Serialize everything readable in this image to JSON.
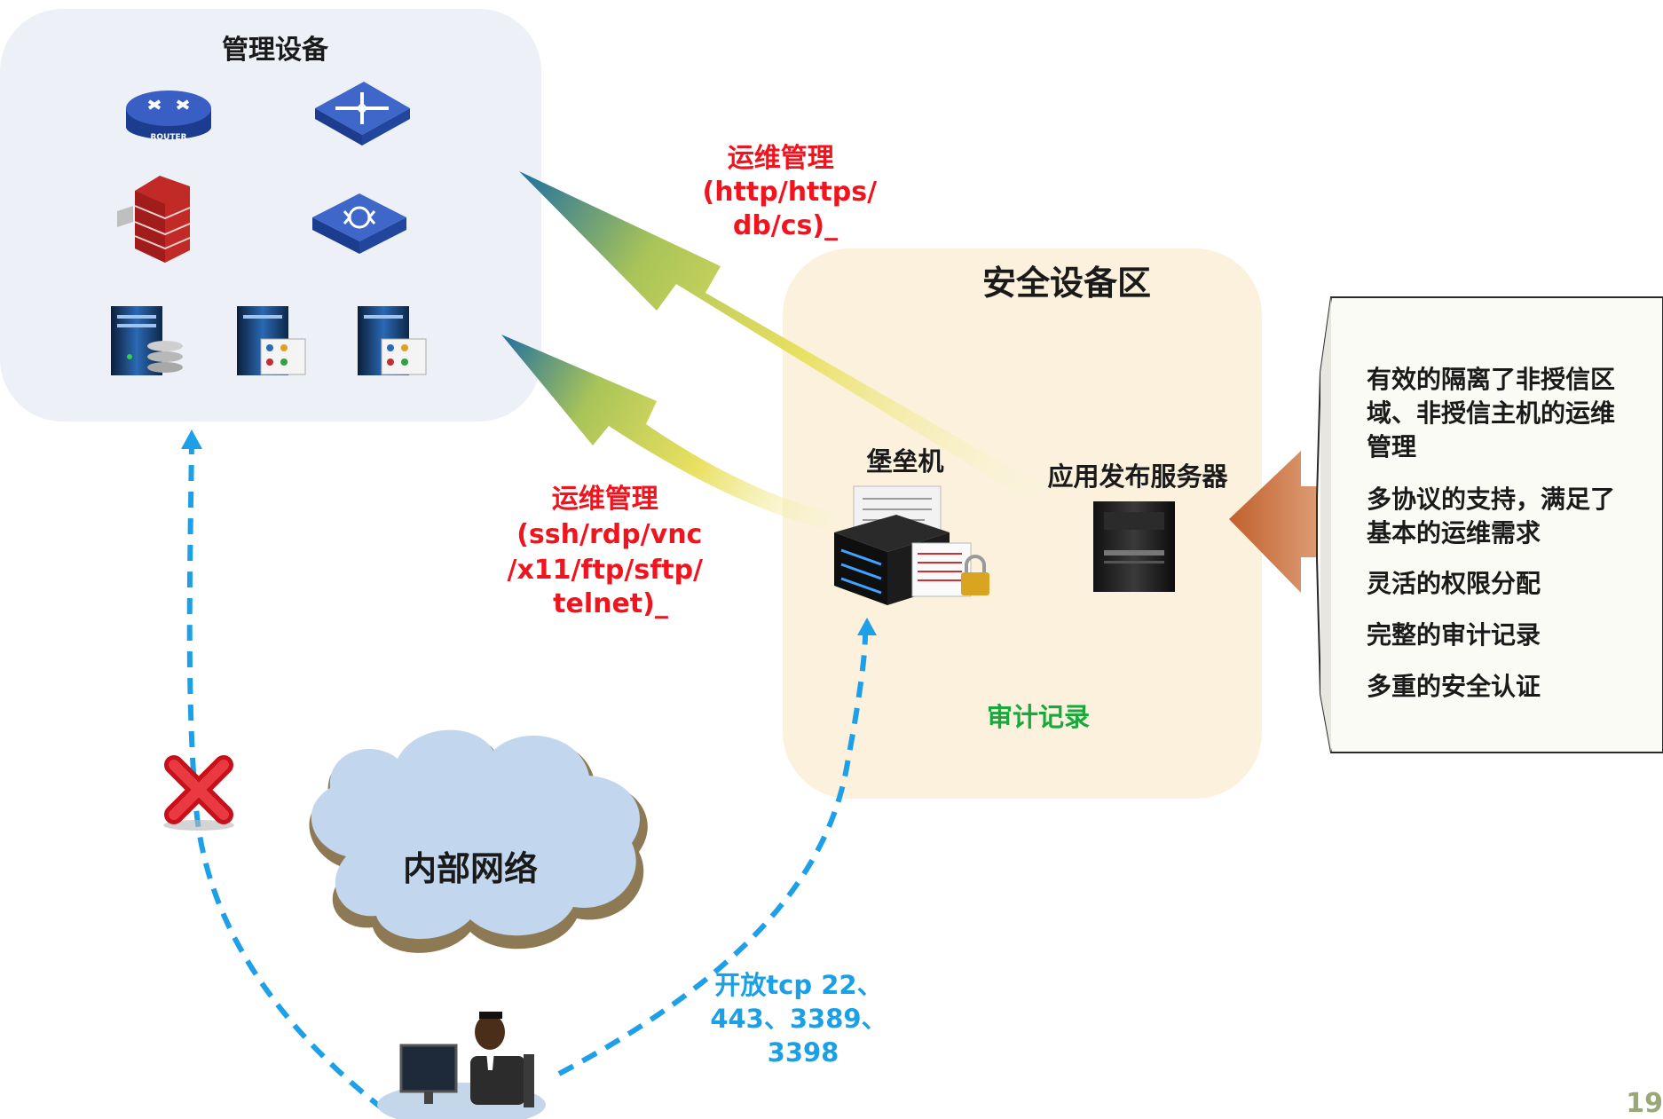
{
  "management_zone": {
    "title": "管理设备",
    "router_label": "ROUTER"
  },
  "security_zone": {
    "title": "安全设备区",
    "bastion_label": "堡垒机",
    "app_server_label": "应用发布服务器",
    "audit_label": "审计记录"
  },
  "top_arrow_label": [
    "运维管理",
    "(http/https/",
    "db/cs)_"
  ],
  "mid_arrow_label": [
    "运维管理",
    "(ssh/rdp/vnc",
    "/x11/ftp/sftp/",
    "telnet)_"
  ],
  "internal_network_label": "内部网络",
  "ports_label": [
    "开放tcp 22、",
    "443、3389、",
    "3398"
  ],
  "features": {
    "items": [
      [
        "有效的隔离了非授信区",
        "域、非授信主机的运维",
        "管理"
      ],
      [
        "多协议的支持，满足了",
        "基本的运维需求"
      ],
      [
        "灵活的权限分配"
      ],
      [
        "完整的审计记录"
      ],
      [
        "多重的安全认证"
      ]
    ]
  },
  "page_number": "19",
  "colors": {
    "management_zone_bg": "#edf1f7",
    "security_zone_bg": "#fbf1dd",
    "label_red": "#f0141e",
    "label_green": "#19a83c",
    "label_blue": "#1aa0e6",
    "dashed_line": "#1ea0e8",
    "callout_arrow": "#c8733e",
    "cloud_fill": "#c2d6ee",
    "cloud_edge": "#8d7a55"
  },
  "icons": [
    "router-icon",
    "layer3-switch-icon",
    "firewall-icon",
    "switch-icon",
    "database-server-icon",
    "app-server-icon",
    "app-server-icon",
    "bastion-host-icon",
    "tower-server-icon",
    "cloud-icon",
    "user-at-workstation-icon",
    "blocked-x-icon"
  ]
}
